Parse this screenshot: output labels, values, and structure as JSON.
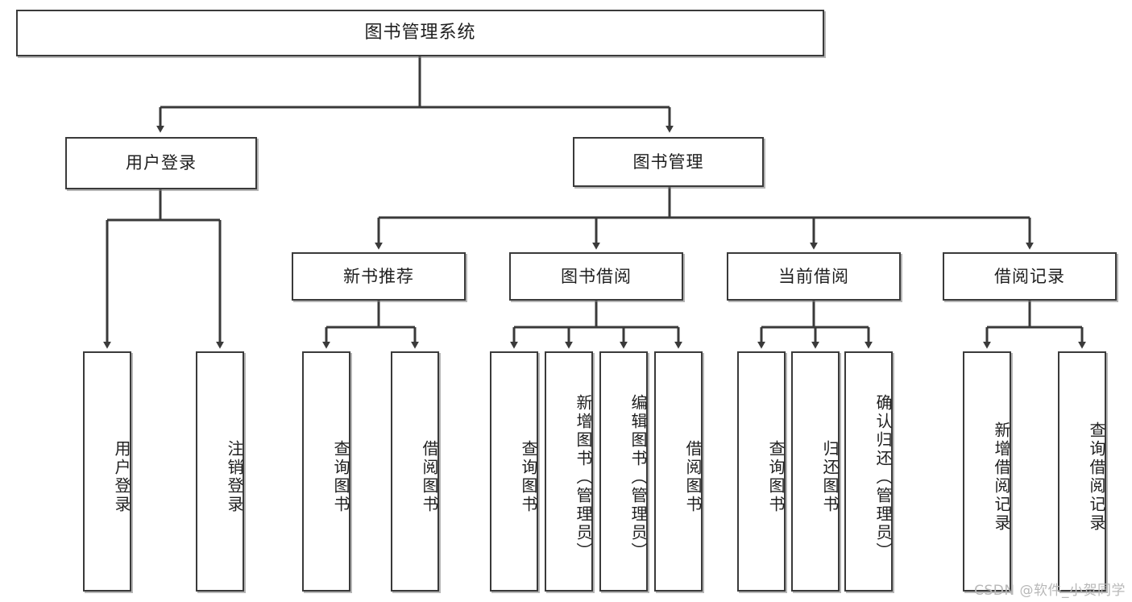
{
  "diagram": {
    "title": "图书管理系统",
    "watermark": "CSDN @软件_小贺同学",
    "style": {
      "border_color": "#3a3a3a",
      "fill_color": "#ffffff",
      "text_color": "#1f1f1f",
      "background": "#ffffff",
      "watermark_color": "#b8b8b8"
    },
    "nodes": {
      "root": {
        "label": "图书管理系统"
      },
      "level1": [
        {
          "id": "user-login",
          "label": "用户登录"
        },
        {
          "id": "book-manage",
          "label": "图书管理"
        }
      ],
      "level2": [
        {
          "id": "new-book-recommend",
          "label": "新书推荐"
        },
        {
          "id": "book-borrow",
          "label": "图书借阅"
        },
        {
          "id": "current-borrow",
          "label": "当前借阅"
        },
        {
          "id": "borrow-record",
          "label": "借阅记录"
        }
      ],
      "leaves": {
        "user-login": [
          {
            "id": "leaf-user-login",
            "label": "用户登录"
          },
          {
            "id": "leaf-logout-login",
            "label": "注销登录"
          }
        ],
        "new-book-recommend": [
          {
            "id": "leaf-query-book-1",
            "label": "查询图书"
          },
          {
            "id": "leaf-borrow-book-1",
            "label": "借阅图书"
          }
        ],
        "book-borrow": [
          {
            "id": "leaf-query-book-2",
            "label": "查询图书"
          },
          {
            "id": "leaf-add-book",
            "label": "新增图书（管理员）"
          },
          {
            "id": "leaf-edit-book",
            "label": "编辑图书（管理员）"
          },
          {
            "id": "leaf-borrow-book-2",
            "label": "借阅图书"
          }
        ],
        "current-borrow": [
          {
            "id": "leaf-query-book-3",
            "label": "查询图书"
          },
          {
            "id": "leaf-return-book",
            "label": "归还图书"
          },
          {
            "id": "leaf-confirm-return",
            "label": "确认归还（管理员）"
          }
        ],
        "borrow-record": [
          {
            "id": "leaf-add-record",
            "label": "新增借阅记录"
          },
          {
            "id": "leaf-query-record",
            "label": "查询借阅记录"
          }
        ]
      }
    }
  }
}
